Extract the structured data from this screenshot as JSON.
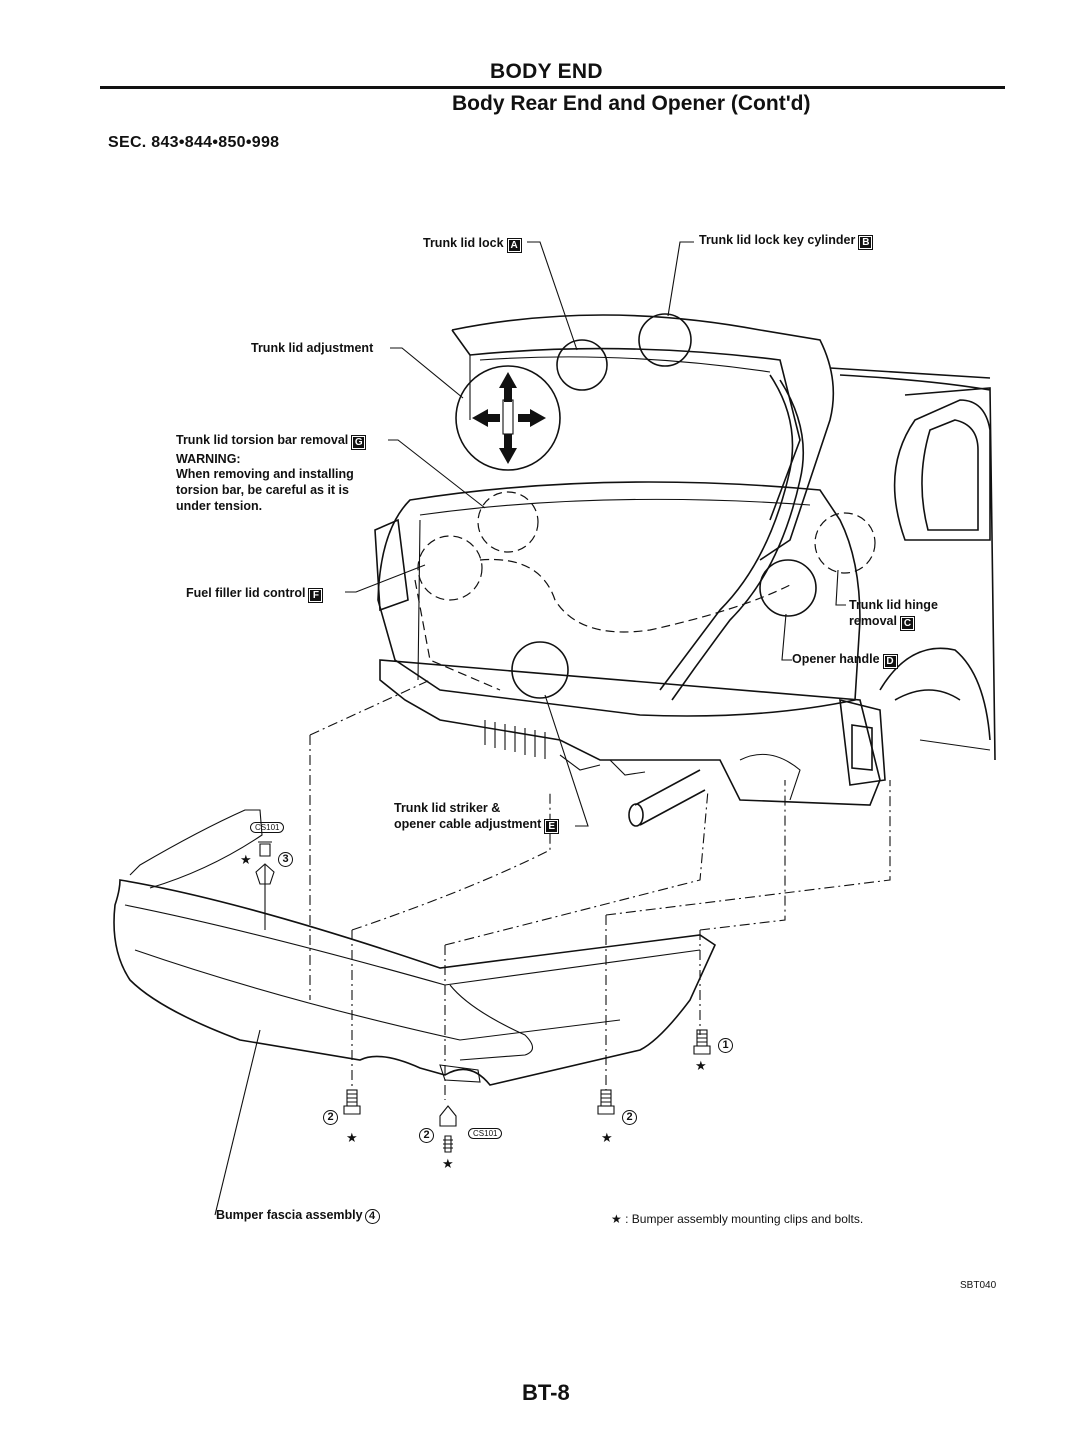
{
  "header": {
    "title": "BODY END",
    "subtitle": "Body Rear End and Opener (Cont'd)"
  },
  "section_ref": "SEC. 843•844•850•998",
  "callouts": {
    "trunk_lid_lock": {
      "text": "Trunk lid lock",
      "badge": "A"
    },
    "key_cylinder": {
      "text": "Trunk lid lock key cylinder",
      "badge": "B"
    },
    "lid_adjustment": {
      "text": "Trunk lid adjustment"
    },
    "torsion_bar": {
      "text": "Trunk lid torsion bar removal",
      "badge": "G"
    },
    "warning_title": "WARNING:",
    "warning_body": "When removing and installing torsion bar, be careful as it is under tension.",
    "fuel_filler": {
      "text": "Fuel filler lid control",
      "badge": "F"
    },
    "hinge_line1": "Trunk lid hinge",
    "hinge_line2": {
      "text": "removal",
      "badge": "C"
    },
    "opener_handle": {
      "text": "Opener handle",
      "badge": "D"
    },
    "striker_line1": "Trunk lid striker &",
    "striker_line2": {
      "text": "opener cable adjustment",
      "badge": "E"
    },
    "bumper_fascia": {
      "text": "Bumper fascia assembly",
      "num": "4"
    }
  },
  "part_markers": {
    "n1": "1",
    "n2": "2",
    "n3": "3",
    "cs101": "CS101",
    "star": "★"
  },
  "legend": {
    "star": "★",
    "text": ": Bumper assembly mounting clips and bolts."
  },
  "figure_code": "SBT040",
  "page_number": "BT-8"
}
